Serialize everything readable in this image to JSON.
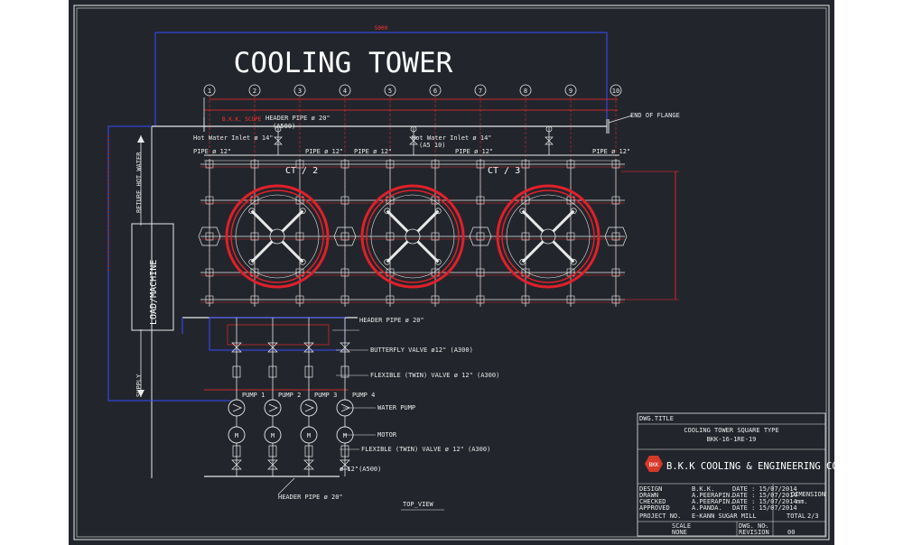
{
  "title": "COOLING TOWER",
  "view_label": "TOP_VIEW",
  "grid_numbers": [
    "1",
    "2",
    "3",
    "4",
    "5",
    "6",
    "7",
    "8",
    "9",
    "10"
  ],
  "cell_labels": [
    "CT / 2",
    "CT / 3"
  ],
  "red_labels": {
    "top_dim": "5000",
    "scope": "B.K.K. SCOPE"
  },
  "labels": {
    "header_pipe_top": "HEADER PIPE ø 20\"",
    "header_pipe_top_sub": "(A500)",
    "end_of_flange": "END OF FLANGE",
    "hot_water_inlet_1": "Hot Water Inlet ø 14\"",
    "hot_water_inlet_2": "Hot Water Inlet ø 14\"",
    "hot_water_inlet_2_sub": "(A5 10)",
    "pipe_12_left": "PIPE ø 12\"",
    "pipe_12_mid1": "PIPE ø 12\"",
    "pipe_12_mid2": "PIPE ø 12\"",
    "pipe_12_mid3": "PIPE ø 12\"",
    "pipe_12_right": "PIPE ø 12\"",
    "return_hot_water": "RETURE HOT WATER",
    "load_machine": "LOAD/MACHINE",
    "supply": "SUPPLY",
    "header_pipe_mid": "HEADER PIPE ø 20\"",
    "butterfly_valve": "BUTTERFLY VALVE ø12\" (A300)",
    "flexible_valve_upper": "FLEXIBLE (TWIN) VALVE ø 12\" (A300)",
    "pump1": "PUMP 1",
    "pump2": "PUMP 2",
    "pump3": "PUMP 3",
    "pump4": "PUMP 4",
    "water_pump": "WATER PUMP",
    "motor": "MOTOR",
    "motor_symbol": "M",
    "flexible_valve_lower": "FLEXIBLE (TWIN) VALVE ø 12\" (A300)",
    "pipe_12_a500": "ø 12\"(A500)",
    "header_pipe_bottom": "HEADER PIPE ø 20\""
  },
  "title_block": {
    "dwg_title_label": "DWG.TITLE",
    "drawing_title": "COOLING TOWER SQUARE TYPE",
    "drawing_number": "BKK-16-1RE-19",
    "company_logo": "BKK",
    "company_name": "B.K.K COOLING & ENGINEERING CO.,LTD.",
    "rows": [
      {
        "role": "DESIGN",
        "name": "B.K.K.",
        "date": "DATE : 15/07/2014"
      },
      {
        "role": "DRAWN",
        "name": "A.PEERAPIN.",
        "date": "DATE : 15/07/2014"
      },
      {
        "role": "CHECKED",
        "name": "A.PEERAPIN.",
        "date": "DATE : 15/07/2014"
      },
      {
        "role": "APPROVED",
        "name": "A.PANDA.",
        "date": "DATE : 15/07/2014"
      }
    ],
    "project_label": "PROJECT  NO.",
    "project_name": "E-KANN SUGAR MILL",
    "dimension_label": "DIMENSION",
    "dimension_value": "mm.",
    "total_label": "TOTAL",
    "total_value": "2/3",
    "scale_label": "SCALE",
    "scale_value": "NONE",
    "dwg_no_label": "DWG. NO.",
    "dwg_no_value": "-",
    "revision_label": "REVISION",
    "revision_value": "00"
  },
  "colors": {
    "background": "#22262c",
    "line_white": "#e8e8e8",
    "line_red": "#ff2a2a",
    "line_blue": "#3a4bff",
    "fan_rings": "#e0202a"
  }
}
